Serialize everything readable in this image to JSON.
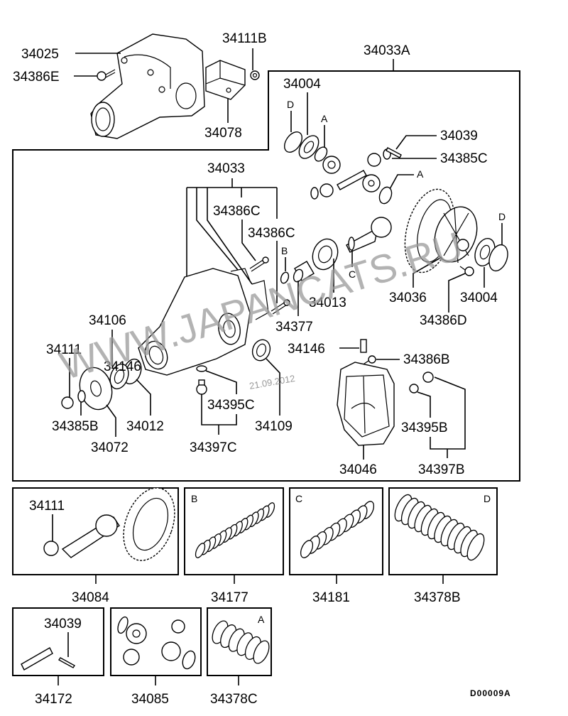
{
  "diagram_code": "D00009A",
  "watermark": {
    "text": "WWW.JAPANCATS.RU",
    "date": "21.09.2012"
  },
  "colors": {
    "line": "#000000",
    "watermark": "#9a9a9a",
    "background": "#ffffff"
  },
  "top_group": {
    "labels": {
      "p34025": "34025",
      "p34386E": "34386E",
      "p34111B": "34111B",
      "p34078": "34078"
    }
  },
  "main_assembly": {
    "label": "34033A",
    "labels": {
      "p34004a": "34004",
      "refD1": "D",
      "refA1": "A",
      "p34039": "34039",
      "p34385C": "34385C",
      "refA2": "A",
      "p34033": "34033",
      "p34386C1": "34386C",
      "p34386C2": "34386C",
      "refB": "B",
      "p34013": "34013",
      "refC": "C",
      "p34036": "34036",
      "p34004b": "34004",
      "refD2": "D",
      "p34386D": "34386D",
      "p34377": "34377",
      "p34106": "34106",
      "p34111": "34111",
      "p34146": "34146",
      "p34386B": "34386B",
      "p34385B": "34385B",
      "p34012": "34012",
      "p34072": "34072",
      "p34395C": "34395C",
      "p34397C": "34397C",
      "p34109": "34109",
      "p34395B": "34395B",
      "p34046": "34046",
      "p34397B": "34397B"
    }
  },
  "kits": [
    {
      "part": "34084",
      "inner_label": "34111",
      "ref": ""
    },
    {
      "part": "34177",
      "inner_label": "",
      "ref": "B"
    },
    {
      "part": "34181",
      "inner_label": "",
      "ref": "C"
    },
    {
      "part": "34378B",
      "inner_label": "",
      "ref": "D"
    },
    {
      "part": "34172",
      "inner_label": "34039",
      "ref": ""
    },
    {
      "part": "34085",
      "inner_label": "",
      "ref": ""
    },
    {
      "part": "34378C",
      "inner_label": "",
      "ref": "A"
    }
  ]
}
